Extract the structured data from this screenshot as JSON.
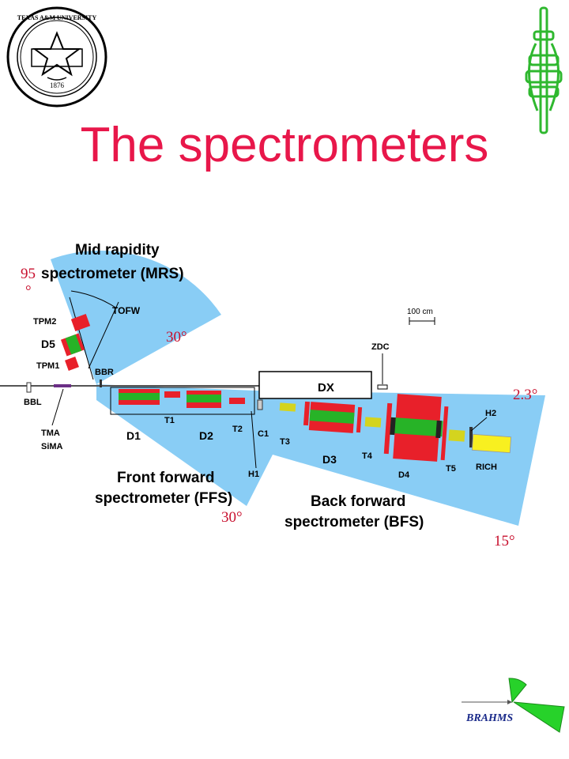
{
  "title": "The spectrometers",
  "seal": {
    "text_top": "TEXAS A&M UNIVERSITY",
    "year": "1876"
  },
  "diagram": {
    "mrs_label_line1": "Mid rapidity",
    "mrs_label_line2": "spectrometer (MRS)",
    "ffs_label_line1": "Front forward",
    "ffs_label_line2": "spectrometer (FFS)",
    "bfs_label_line1": "Back forward",
    "bfs_label_line2": "spectrometer (BFS)",
    "components": {
      "tofw": "TOFW",
      "tpm2": "TPM2",
      "d5": "D5",
      "tpm1": "TPM1",
      "bbr": "BBR",
      "bbl": "BBL",
      "tma": "TMA",
      "sima": "SiMA",
      "zdc": "ZDC",
      "dx": "DX",
      "t1": "T1",
      "t2": "T2",
      "d1": "D1",
      "d2": "D2",
      "c1": "C1",
      "t3": "T3",
      "d3": "D3",
      "t4": "T4",
      "d4": "D4",
      "t5": "T5",
      "h1": "H1",
      "h2": "H2",
      "rich": "RICH"
    },
    "scale_label": "100 cm",
    "angles": {
      "mrs_max_num": "95",
      "mrs_max_deg": "°",
      "mrs_min": "30°",
      "ffs_min": "30°",
      "bfs_min": "2.3°",
      "bfs_max": "15°"
    }
  },
  "brahms_logo": "BRAHMS",
  "colors": {
    "coverage": "#89cdf5",
    "magnet_red": "#e8202a",
    "magnet_green": "#27b327",
    "title_red": "#e8174a",
    "chamber_yellow": "#e8e020"
  }
}
